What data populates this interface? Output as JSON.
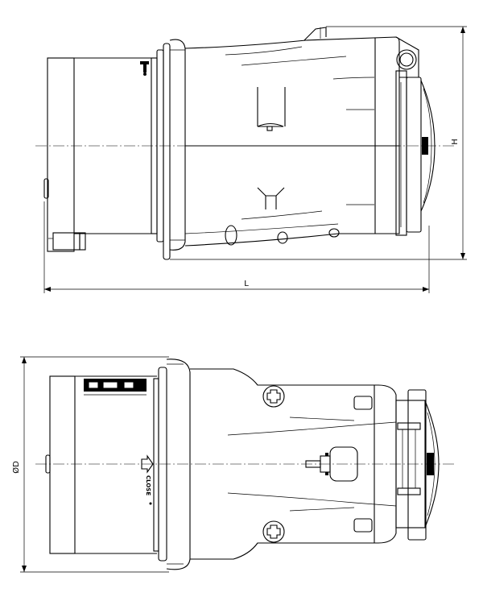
{
  "dimensions": {
    "length": "L",
    "height": "H",
    "diameter": "ØD"
  },
  "marking": {
    "close_label": "CLOSE"
  }
}
